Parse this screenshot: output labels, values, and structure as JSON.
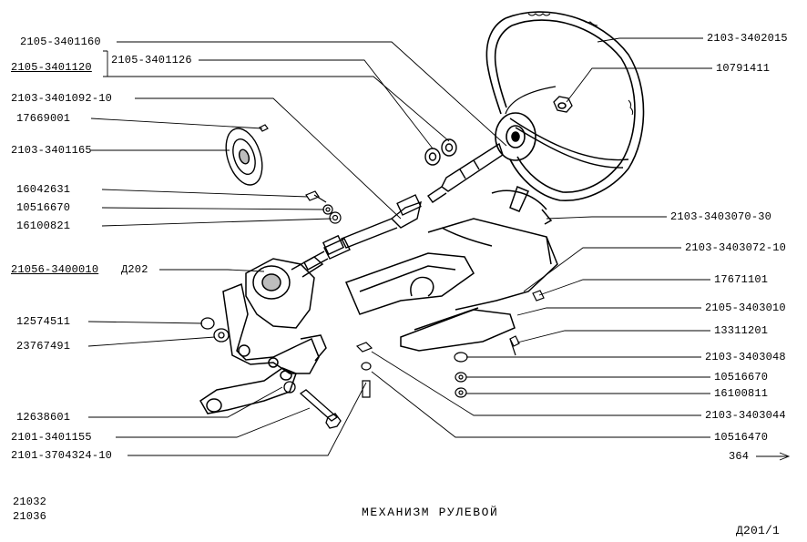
{
  "labels_left": [
    "2105-3401160",
    "2105-3401120",
    "2105-3401126",
    "2103-3401092-10",
    "17669001",
    "2103-3401165",
    "16042631",
    "10516670",
    "16100821",
    "21056-3400010",
    "Д202",
    "12574511",
    "23767491",
    "12638601",
    "2101-3401155",
    "2101-3704324-10"
  ],
  "labels_right": [
    "2103-3402015",
    "10791411",
    "2103-3403070-30",
    "2103-3403072-10",
    "17671101",
    "2105-3403010",
    "13311201",
    "2103-3403048",
    "10516670",
    "16100811",
    "2103-3403044",
    "10516470",
    "364"
  ],
  "models": [
    "21032",
    "21036"
  ],
  "title": "МЕХАНИЗМ РУЛЕВОЙ",
  "page_code": "Д201/1",
  "colors": {
    "ink": "#000000",
    "paper": "#ffffff",
    "shade": "#bdbdbd"
  }
}
